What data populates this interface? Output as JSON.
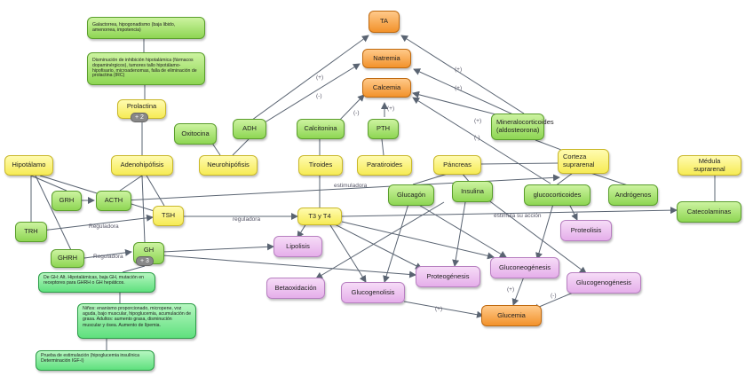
{
  "nodes": {
    "galactorrea": "Galactorrea, hipogonadismo (baja libido, amenorrea, impotencia)",
    "disminucion": "Disminución de inhibición hipotalámica (fármacos dopaminérgicos), tumores tallo hipotálamo-hipofisario, microadenomas, falla de eliminación de prolactina (IRC)",
    "prolactina": "Prolactina",
    "prolactina_badge": "+ 2",
    "ta": "TA",
    "natremia": "Natremia",
    "calcemia": "Calcemia",
    "oxitocina": "Oxitocina",
    "adh": "ADH",
    "calcitonina": "Calcitonina",
    "pth": "PTH",
    "mineralocorticoides": "Mineralocorticoides (aldosteorona)",
    "hipotalamo": "Hipotálamo",
    "adenohipofisis": "Adenohipófisis",
    "neurohipofisis": "Neurohipófisis",
    "tiroides": "Tiroides",
    "paratiroides": "Paratiroides",
    "pancreas": "Páncreas",
    "corteza": "Corteza suprarenal",
    "medula": "Médula suprarenal",
    "grh": "GRH",
    "acth": "ACTH",
    "glucagon": "Glucagón",
    "insulina": "Insulina",
    "glucocorticoides": "glucocorticoides",
    "androgenos": "Andrógenos",
    "trh": "TRH",
    "tsh": "TSH",
    "t3t4": "T3 y T4",
    "catecolaminas": "Catecolaminas",
    "proteolisis": "Proteolisis",
    "lipolisis": "Lipolisis",
    "ghrh": "GHRH",
    "gh": "GH",
    "gh_badge": "+ 3",
    "gluconeogenesis": "Gluconeogénesis",
    "proteogenesis": "Proteogénesis",
    "glucogenogenesis": "Glucogenogénesis",
    "betaoxidacion": "Betaoxidación",
    "glucogenolisis": "Glucogenolisis",
    "glucemia": "Glucemia",
    "de_gh": "De GH: Alt. Hipotalámicas, baja GH, mutación en receptores para GHRH o GH hepáticos.",
    "ninos": "Niños: enanismo proporcionado, micropene, voz aguda, bajo muscular, hipoglucemia, acumulación de grasa. Adultos: aumento grasa, disminución muscular y ósea. Aumento de lípemia.",
    "prueba": "Prueba de estimulación (hipoglucemia insulínica Determinación IGF-I)"
  },
  "edge_labels": {
    "adh_ta": "(+)",
    "adh_natremia": "(-)",
    "calcitonina_calcemia": "(-)",
    "pth_calcemia": "(+)",
    "mineral_ta": "(+)",
    "mineral_natremia": "(+)",
    "mineral_calcemia": "(+)",
    "gluco_calcemia": "(-)",
    "estimuladora": "estimuladora",
    "reguladora_trh": "Reguladora",
    "reguladora_tsh": "reguladora",
    "reguladora_ghrh": "Reguladora",
    "estimula": "estimula su acción",
    "glucogenolisis_glucemia": "(+)",
    "gluconeo_glucemia": "(+)",
    "glucogeno_glucemia": "(-)"
  }
}
